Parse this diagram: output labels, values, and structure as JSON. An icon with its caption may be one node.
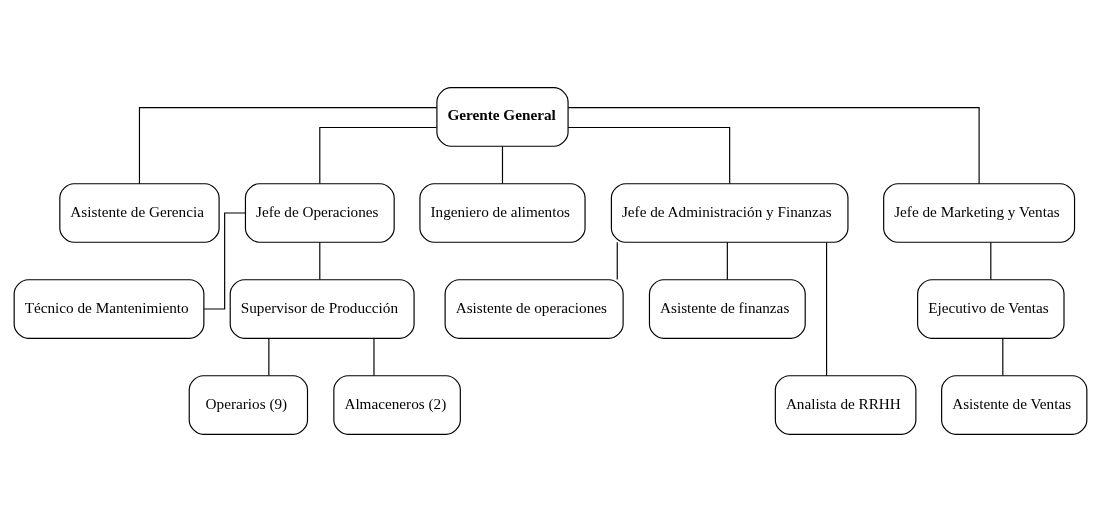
{
  "diagram": {
    "nodes": [
      {
        "text": [
          "Gerente General"
        ]
      },
      {
        "text": [
          "Asistente de Gerencia"
        ]
      },
      {
        "text": [
          "Jefe de Operaciones"
        ]
      },
      {
        "text": [
          "Ingeniero de alimentos"
        ]
      },
      {
        "text": [
          "Jefe de Administración y Finanzas"
        ]
      },
      {
        "text": [
          "Jefe de Marketing y Ventas"
        ]
      },
      {
        "text": [
          "Técnico de Mantenimiento"
        ]
      },
      {
        "text": [
          "Supervisor de Producción"
        ]
      },
      {
        "text": [
          "Operarios (9)"
        ]
      },
      {
        "text": [
          "Almaceneros (2)"
        ]
      },
      {
        "text": [
          "Asistente de operaciones"
        ]
      },
      {
        "text": [
          "Asistente de finanzas"
        ]
      },
      {
        "text": [
          "Analista de RRHH"
        ]
      },
      {
        "text": [
          "Ejecutivo de Ventas"
        ]
      },
      {
        "text": [
          "Asistente de Ventas"
        ]
      }
    ],
    "edges": [
      {
        "from": 0,
        "to": 1,
        "arrow": "none"
      },
      {
        "from": 0,
        "to": 2,
        "arrow": "none"
      },
      {
        "from": 0,
        "to": 3,
        "arrow": "none"
      },
      {
        "from": 0,
        "to": 4,
        "arrow": "none"
      },
      {
        "from": 0,
        "to": 5,
        "arrow": "none"
      },
      {
        "from": 2,
        "to": 6,
        "arrow": "none"
      },
      {
        "from": 2,
        "to": 7,
        "arrow": "none"
      },
      {
        "from": 7,
        "to": 8,
        "arrow": "none"
      },
      {
        "from": 7,
        "to": 9,
        "arrow": "none"
      },
      {
        "from": 4,
        "to": 10,
        "arrow": "none"
      },
      {
        "from": 4,
        "to": 11,
        "arrow": "none"
      },
      {
        "from": 4,
        "to": 12,
        "arrow": "none"
      },
      {
        "from": 5,
        "to": 13,
        "arrow": "none"
      },
      {
        "from": 13,
        "to": 14,
        "arrow": "none"
      }
    ]
  }
}
